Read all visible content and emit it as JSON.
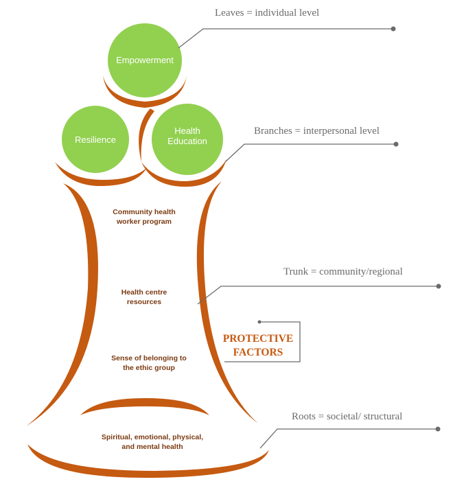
{
  "colors": {
    "circle_fill": "#92d050",
    "trunk_orange": "#c55a11",
    "trunk_text": "#7a3a12",
    "leader_gray": "#6b6b6b",
    "protective_text": "#c55a11"
  },
  "circles": {
    "empowerment": "Empowerment",
    "resilience": "Resilience",
    "health_education_line1": "Health",
    "health_education_line2": "Education"
  },
  "trunk": {
    "community_line1": "Community health",
    "community_line2": "worker program",
    "centre_line1": "Health centre",
    "centre_line2": "resources",
    "belonging_line1": "Sense of belonging to",
    "belonging_line2": "the ethic group",
    "roots_line1": "Spiritual, emotional, physical,",
    "roots_line2": "and mental health"
  },
  "levels": {
    "leaves": "Leaves = individual level",
    "branches": "Branches = interpersonal level",
    "trunk": "Trunk = community/regional",
    "roots": "Roots = societal/ structural"
  },
  "protective_factors": {
    "line1": "PROTECTIVE",
    "line2": "FACTORS"
  }
}
